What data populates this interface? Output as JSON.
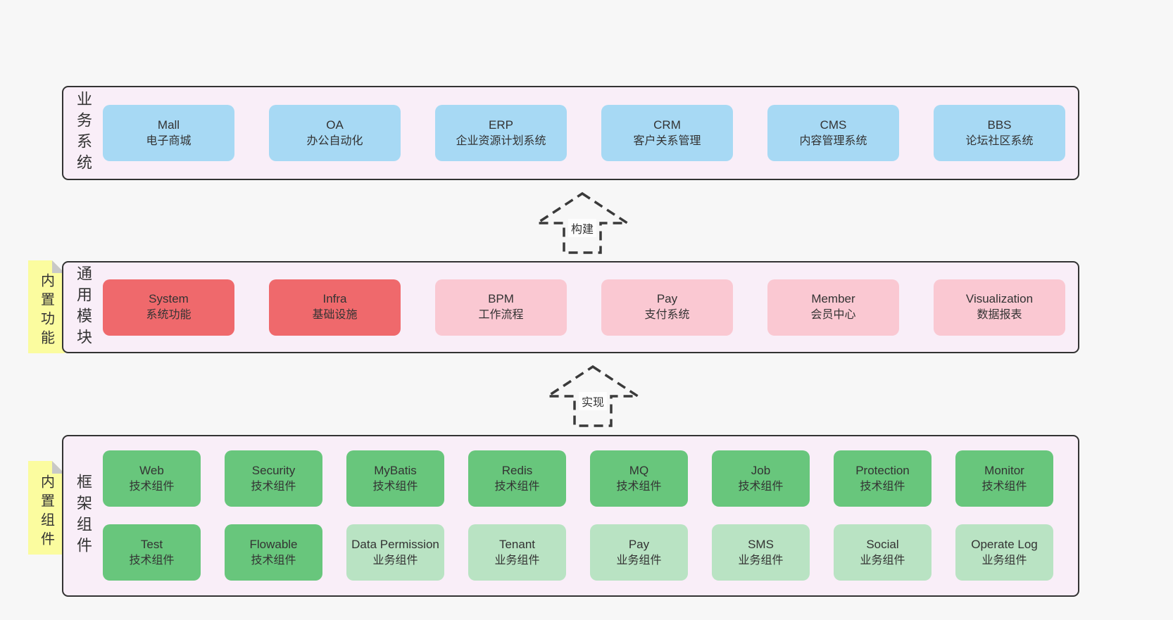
{
  "business": {
    "label": "业务系统",
    "boxes": [
      {
        "title": "Mall",
        "subtitle": "电子商城"
      },
      {
        "title": "OA",
        "subtitle": "办公自动化"
      },
      {
        "title": "ERP",
        "subtitle": "企业资源计划系统"
      },
      {
        "title": "CRM",
        "subtitle": "客户关系管理"
      },
      {
        "title": "CMS",
        "subtitle": "内容管理系统"
      },
      {
        "title": "BBS",
        "subtitle": "论坛社区系统"
      }
    ]
  },
  "arrows": {
    "build": "构建",
    "implement": "实现"
  },
  "modules": {
    "label": "通用模块",
    "sticky": "内置功能",
    "boxes": [
      {
        "title": "System",
        "subtitle": "系统功能"
      },
      {
        "title": "Infra",
        "subtitle": "基础设施"
      },
      {
        "title": "BPM",
        "subtitle": "工作流程"
      },
      {
        "title": "Pay",
        "subtitle": "支付系统"
      },
      {
        "title": "Member",
        "subtitle": "会员中心"
      },
      {
        "title": "Visualization",
        "subtitle": "数据报表"
      }
    ]
  },
  "framework": {
    "label": "框架组件",
    "sticky": "内置组件",
    "row1": [
      {
        "title": "Web",
        "subtitle": "技术组件"
      },
      {
        "title": "Security",
        "subtitle": "技术组件"
      },
      {
        "title": "MyBatis",
        "subtitle": "技术组件"
      },
      {
        "title": "Redis",
        "subtitle": "技术组件"
      },
      {
        "title": "MQ",
        "subtitle": "技术组件"
      },
      {
        "title": "Job",
        "subtitle": "技术组件"
      },
      {
        "title": "Protection",
        "subtitle": "技术组件"
      },
      {
        "title": "Monitor",
        "subtitle": "技术组件"
      }
    ],
    "row2": [
      {
        "title": "Test",
        "subtitle": "技术组件"
      },
      {
        "title": "Flowable",
        "subtitle": "技术组件"
      },
      {
        "title": "Data Permission",
        "subtitle": "业务组件"
      },
      {
        "title": "Tenant",
        "subtitle": "业务组件"
      },
      {
        "title": "Pay",
        "subtitle": "业务组件"
      },
      {
        "title": "SMS",
        "subtitle": "业务组件"
      },
      {
        "title": "Social",
        "subtitle": "业务组件"
      },
      {
        "title": "Operate Log",
        "subtitle": "业务组件"
      }
    ]
  },
  "colors": {
    "page_bg": "#f7f7f7",
    "panel_fill": "#f9eef8",
    "panel_border": "#333333",
    "business_box": "#a7d9f4",
    "module_core_box": "#ef696c",
    "module_box": "#fac8d2",
    "tech_component_box": "#68c67c",
    "biz_component_box": "#b9e3c3",
    "sticky_note": "#fbfc9f",
    "sticky_fold": "#c8c8c8",
    "text": "#333333"
  }
}
